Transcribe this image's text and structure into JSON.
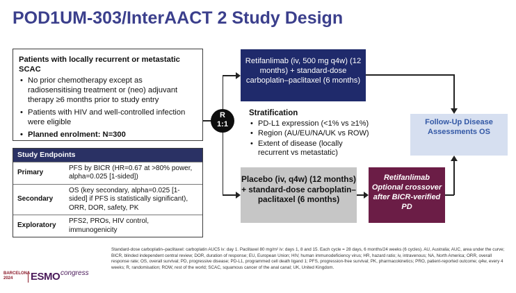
{
  "title": "POD1UM-303/InterAACT 2 Study Design",
  "patients": {
    "heading": "Patients with locally recurrent or metastatic SCAC",
    "bullets": [
      "No prior chemotherapy except as radiosensitising treatment or (neo) adjuvant therapy ≥6 months prior to study entry",
      "Patients with HIV and well-controlled infection were eligible",
      "Planned enrolment: N=300"
    ]
  },
  "endpoints": {
    "heading": "Study Endpoints",
    "rows": [
      {
        "label": "Primary",
        "value": "PFS by BICR (HR=0.67 at >80% power, alpha=0.025 [1-sided])"
      },
      {
        "label": "Secondary",
        "value": "OS (key secondary, alpha=0.025 [1-sided] if PFS is statistically significant), ORR, DOR, safety, PK"
      },
      {
        "label": "Exploratory",
        "value": "PFS2, PROs, HIV control, immunogenicity"
      }
    ]
  },
  "randomisation": {
    "letter": "R",
    "ratio": "1:1"
  },
  "arm_a": {
    "text": "Retifanlimab (iv, 500 mg q4w) (12 months) + standard-dose carboplatin–paclitaxel (6 months)"
  },
  "arm_b": {
    "text": "Placebo (iv, q4w) (12 months) + standard-dose carboplatin–paclitaxel (6 months)"
  },
  "stratification": {
    "heading": "Stratification",
    "bullets": [
      "PD-L1 expression (<1% vs ≥1%)",
      "Region (AU/EU/NA/UK vs ROW)",
      "Extent of disease (locally recurrent vs metastatic)"
    ]
  },
  "crossover": {
    "text": "Retifanlimab Optional crossover after BICR-verified PD"
  },
  "followup": {
    "text": "Follow-Up Disease Assessments OS"
  },
  "footnote": "Standard-dose carboplatin–paclitaxel: carboplatin AUC5 iv: day 1. Paclitaxel 80 mg/m² iv: days 1, 8 and 15. Each cycle = 28 days, 6 months/24 weeks (6 cycles). AU, Australia; AUC, area under the curve; BICR, blinded independent central review; DOR, duration of response; EU, European Union; HIV, human immunodeficiency virus; HR, hazard ratio; iv, intravenous; NA, North America; ORR, overall response rate; OS, overall survival; PD, progressive disease; PD-L1, programmed cell death ligand 1; PFS, progression-free survival; PK, pharmacokinetics; PRO, patient-reported outcome; q4w, every 4 weeks; R, randomisation; ROW, rest of the world; SCAC, squamous cancer of the anal canal; UK, United Kingdom.",
  "logo": {
    "city": "BARCELONA",
    "year": "2024",
    "brand": "ESMO",
    "suffix": "congress"
  },
  "colors": {
    "title": "#3b3f8c",
    "arm_a": "#1f2a6b",
    "arm_b": "#c6c6c6",
    "crossover": "#6b1d46",
    "followup_bg": "#d6dff0",
    "followup_text": "#3358a5"
  }
}
